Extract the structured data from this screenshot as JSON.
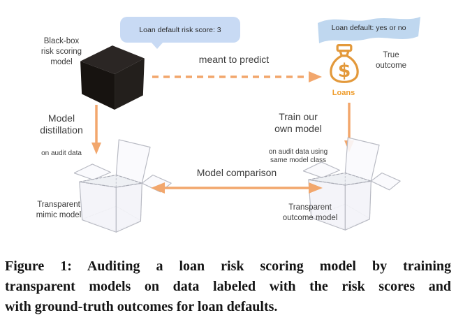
{
  "diagram": {
    "score_bubble": {
      "text": "Loan default risk score: 3"
    },
    "outcome_banner": {
      "text": "Loan default: yes or no"
    },
    "blackbox_label": "Black-box\nrisk scoring\nmodel",
    "meant_to_predict": "meant to predict",
    "true_outcome": "True\noutcome",
    "loans_label": "Loans",
    "currency_symbol": "$",
    "distillation": {
      "title": "Model\ndistillation",
      "subtitle": "on audit data"
    },
    "train": {
      "title": "Train our\nown model",
      "subtitle": "on audit data using\nsame model class"
    },
    "comparison": "Model comparison",
    "mimic_label": "Transparent\nmimic model",
    "outcome_model_label": "Transparent\noutcome model"
  },
  "caption": {
    "lines": [
      "Figure 1: Auditing a loan risk scoring model by training",
      "transparent models on data labeled with the risk scores and",
      "with ground-truth outcomes for loan defaults."
    ]
  },
  "colors": {
    "accent-orange": "#F2A76D",
    "loans-orange": "#EF9C2B",
    "bag-orange": "#E3993B",
    "bubble-blue": "#C8DAF4",
    "banner-blue": "#BFD7EF",
    "label-gray": "#3C3C3C",
    "caption-black": "#141414"
  }
}
